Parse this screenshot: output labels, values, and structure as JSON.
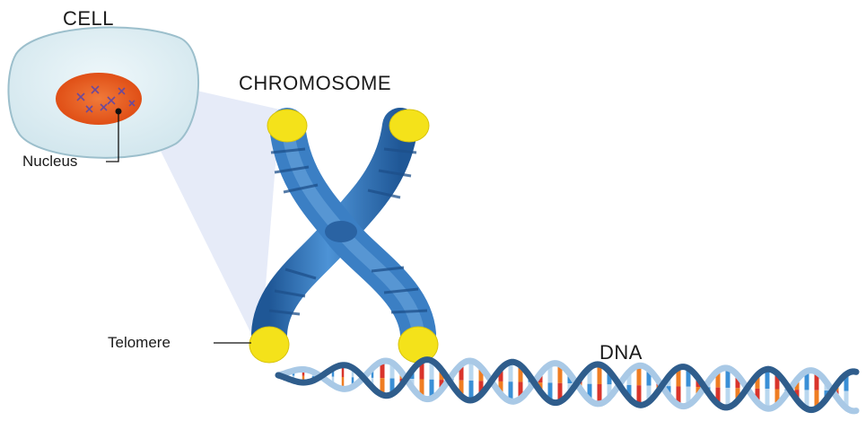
{
  "labels": {
    "cell": "CELL",
    "chromosome": "CHROMOSOME",
    "nucleus": "Nucleus",
    "telomere": "Telomere",
    "dna": "DNA"
  },
  "colors": {
    "cell_fill": "#dfeef3",
    "cell_stroke": "#a9c7d2",
    "nucleus_fill": "#e8581f",
    "chromatid_blue": "#3b7fc4",
    "chromatid_dark": "#1f5796",
    "chromatid_light": "#8ab8e6",
    "telomere_yellow": "#f4e21a",
    "zoom_cone": "#dbe2f5",
    "dna_backbone_dark": "#2f5d8c",
    "dna_backbone_light": "#a9c9e6",
    "base_orange": "#ef7d22",
    "base_blue": "#3a8fd6",
    "base_red": "#d9342b",
    "base_light": "#b9d7ef"
  },
  "icons": [
    "cell-illustration",
    "chromosome-illustration",
    "dna-helix-illustration"
  ]
}
